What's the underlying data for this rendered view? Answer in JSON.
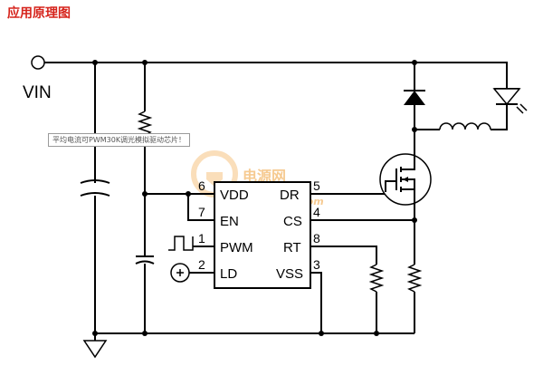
{
  "page_title": "应用原理图",
  "tooltip_text": "平均电流可PWM30K调光模拟驱动芯片！",
  "labels": {
    "vin": "VIN"
  },
  "chip": {
    "pins_left": [
      {
        "num": "6",
        "name": "VDD"
      },
      {
        "num": "7",
        "name": "EN"
      },
      {
        "num": "1",
        "name": "PWM"
      },
      {
        "num": "2",
        "name": "LD"
      }
    ],
    "pins_right": [
      {
        "num": "5",
        "name": "DR"
      },
      {
        "num": "4",
        "name": "CS"
      },
      {
        "num": "8",
        "name": "RT"
      },
      {
        "num": "3",
        "name": "VSS"
      }
    ]
  },
  "watermark": {
    "cn": "电源网",
    "en": "DianYuan.com"
  },
  "colors": {
    "title": "#d6241c",
    "watermark": "#f0a038",
    "line": "#000000"
  }
}
